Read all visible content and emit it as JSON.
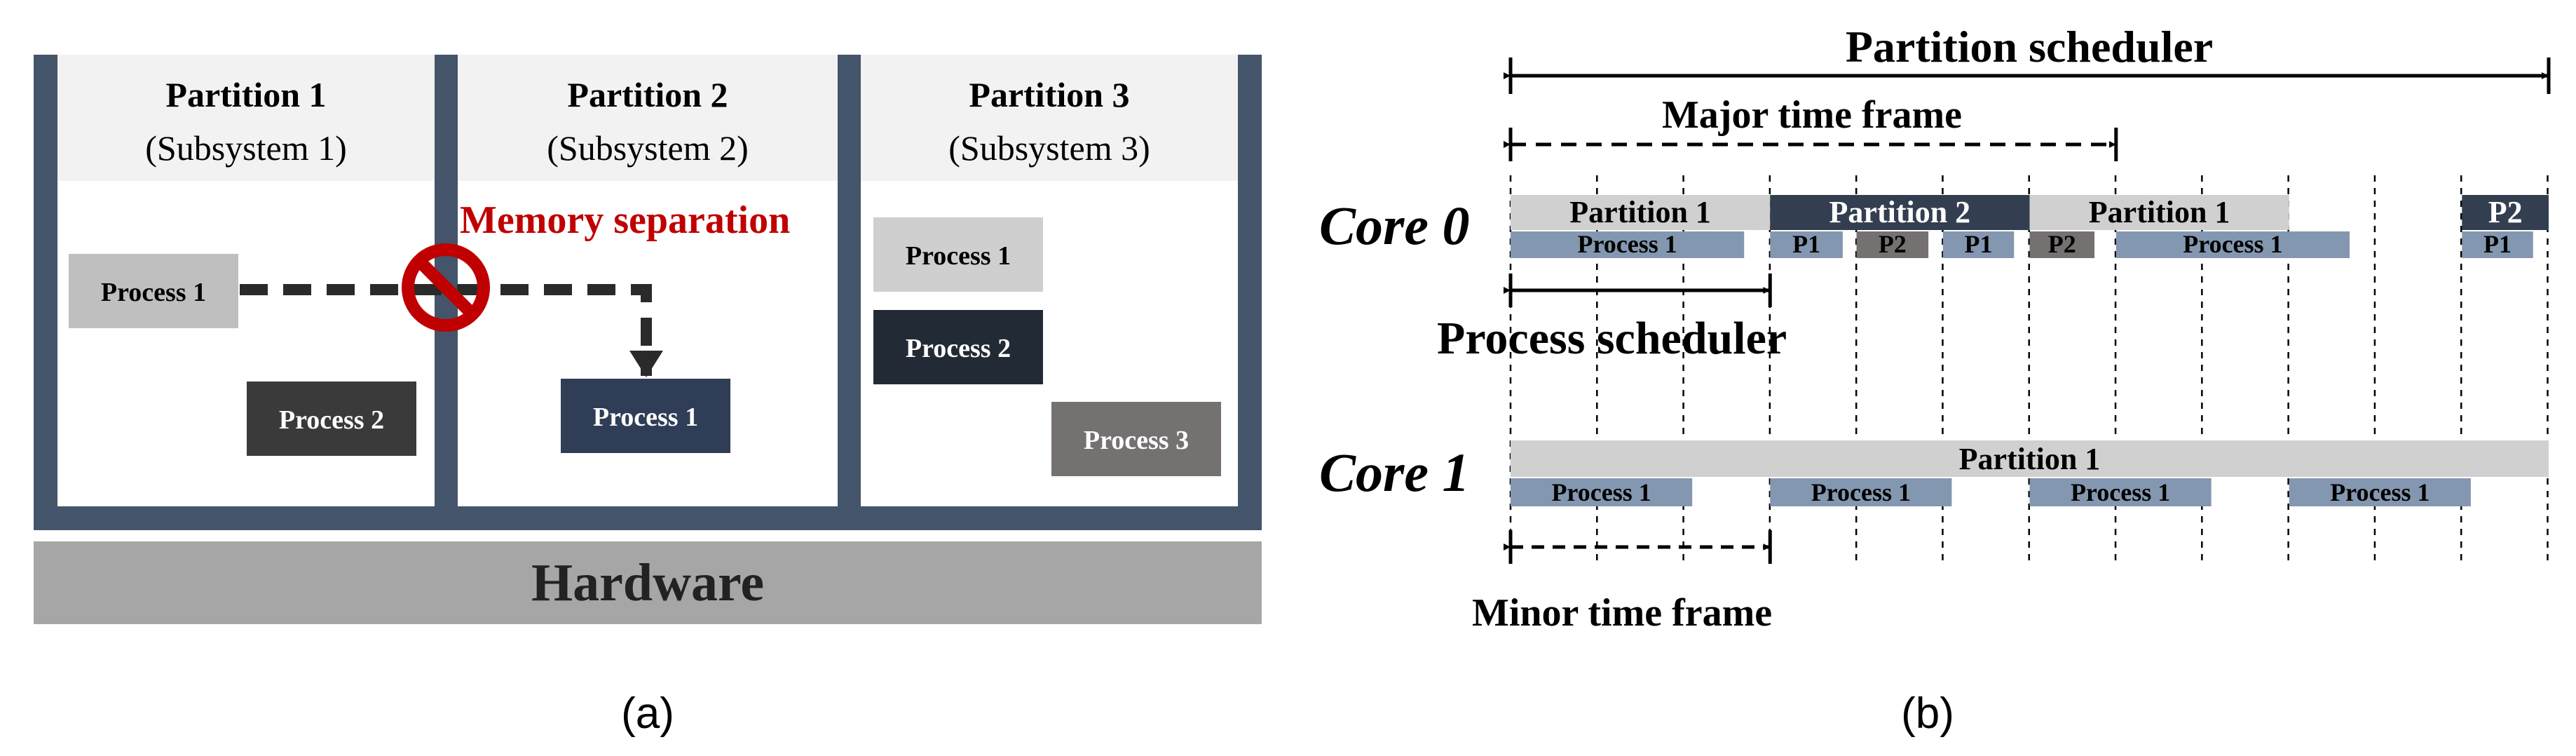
{
  "panel_a": {
    "partitions": [
      {
        "title": "Partition 1",
        "subtitle": "(Subsystem 1)"
      },
      {
        "title": "Partition 2",
        "subtitle": "(Subsystem 2)"
      },
      {
        "title": "Partition 3",
        "subtitle": "(Subsystem 3)"
      }
    ],
    "processes": {
      "p1_process1": "Process 1",
      "p1_process2": "Process 2",
      "p2_process1": "Process 1",
      "p3_process1": "Process 1",
      "p3_process2": "Process 2",
      "p3_process3": "Process 3"
    },
    "memory_separation": "Memory separation",
    "hardware": "Hardware",
    "caption": "(a)",
    "colors": {
      "frame": "#44546a",
      "header_bg": "#f2f2f2",
      "process_light": "#bfbfbf",
      "process_dark": "#3a3a3a",
      "process_navy": "#2f3e56",
      "process_darkest": "#222a35",
      "process_gray": "#767171",
      "forbidden": "#c00000",
      "hardware": "#a6a6a6"
    }
  },
  "panel_b": {
    "partition_scheduler": "Partition scheduler",
    "major_time_frame": "Major time frame",
    "process_scheduler": "Process scheduler",
    "minor_time_frame": "Minor time frame",
    "caption": "(b)",
    "cores": [
      {
        "label": "Core 0",
        "partitions": [
          {
            "label": "Partition 1",
            "start": 0,
            "end": 1,
            "color": "#d0d0d0"
          },
          {
            "label": "Partition 2",
            "start": 1,
            "end": 2,
            "color": "#333f50"
          },
          {
            "label": "Partition 1",
            "start": 2,
            "end": 3,
            "color": "#d0d0d0"
          },
          {
            "label": "P2",
            "start": 3.666,
            "end": 4,
            "color": "#333f50"
          }
        ],
        "processes": [
          {
            "label": "Process 1",
            "start": 0,
            "end": 0.9,
            "color": "#8497b0"
          },
          {
            "label": "P1",
            "start": 1,
            "end": 1.28,
            "color": "#8497b0"
          },
          {
            "label": "P2",
            "start": 1.333,
            "end": 1.61,
            "color": "#767171"
          },
          {
            "label": "P1",
            "start": 1.666,
            "end": 1.94,
            "color": "#8497b0"
          },
          {
            "label": "P2",
            "start": 2,
            "end": 2.25,
            "color": "#767171"
          },
          {
            "label": "Process 1",
            "start": 2.333,
            "end": 3.233,
            "color": "#8497b0"
          },
          {
            "label": "P1",
            "start": 3.666,
            "end": 3.94,
            "color": "#8497b0"
          }
        ]
      },
      {
        "label": "Core 1",
        "partitions": [
          {
            "label": "Partition 1",
            "start": 0,
            "end": 4,
            "color": "#d0d0d0"
          }
        ],
        "processes": [
          {
            "label": "Process 1",
            "start": 0,
            "end": 0.7,
            "color": "#8497b0"
          },
          {
            "label": "Process 1",
            "start": 1,
            "end": 1.7,
            "color": "#8497b0"
          },
          {
            "label": "Process 1",
            "start": 2,
            "end": 2.7,
            "color": "#8497b0"
          },
          {
            "label": "Process 1",
            "start": 3,
            "end": 3.7,
            "color": "#8497b0"
          }
        ]
      }
    ],
    "timeline": {
      "total": 4,
      "major_frame": 2.333,
      "minor_frame": 1,
      "grid_step": 0.333
    }
  }
}
